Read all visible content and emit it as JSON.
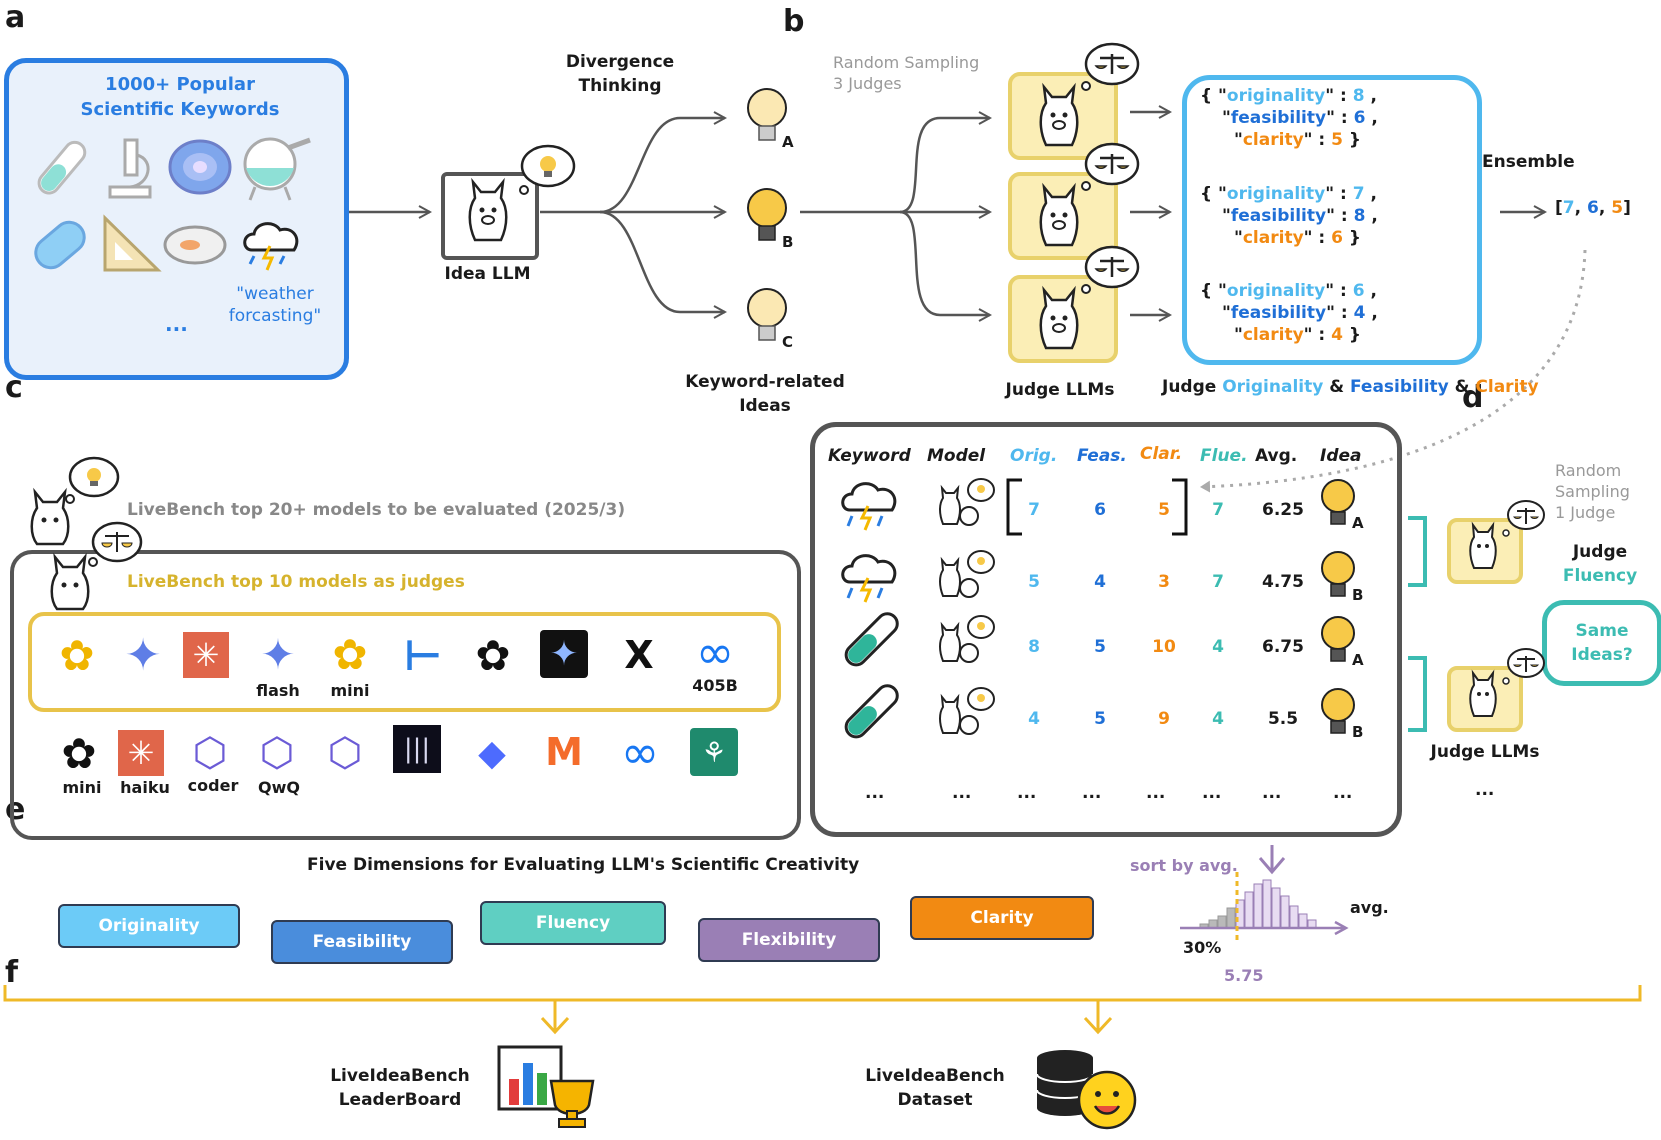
{
  "panels": {
    "a": "a",
    "b": "b",
    "c": "c",
    "d": "d",
    "e": "e",
    "f": "f"
  },
  "panel_a": {
    "title_line1": "1000+ Popular",
    "title_line2": "Scientific Keywords",
    "keyword_line1": "\"weather",
    "keyword_line2": "forcasting\"",
    "ellipsis": "...",
    "icons": [
      "test-tube",
      "microscope",
      "galaxy",
      "flask",
      "bacteria",
      "ruler",
      "petri-dish",
      "storm-cloud"
    ]
  },
  "idea_llm": {
    "label": "Idea LLM"
  },
  "divergence": {
    "line1": "Divergence",
    "line2": "Thinking"
  },
  "ideas": {
    "a": "A",
    "b": "B",
    "c": "C",
    "label_line1": "Keyword-related",
    "label_line2": "Ideas"
  },
  "panel_b": {
    "sampling_line1": "Random Sampling",
    "sampling_line2": "3 Judges",
    "judges_label": "Judge LLMs",
    "ensemble": "Ensemble",
    "scores": [
      {
        "originality": 8,
        "feasibility": 6,
        "clarity": 5
      },
      {
        "originality": 7,
        "feasibility": 8,
        "clarity": 6
      },
      {
        "originality": 6,
        "feasibility": 4,
        "clarity": 4
      }
    ],
    "keys": {
      "originality": "originality",
      "feasibility": "feasibility",
      "clarity": "clarity"
    },
    "ensemble_result": {
      "o": "7",
      "f": "6",
      "c": "5"
    },
    "judge_caption": {
      "prefix": "Judge ",
      "orig": "Originality",
      "amp1": " & ",
      "feas": "Feasibility",
      "amp2": " & ",
      "clar": "Clarity"
    }
  },
  "panel_c": {
    "evaluated": "LiveBench top 20+ models to be evaluated (2025/3)",
    "judges": "LiveBench top 10 models as judges",
    "judge_model_labels": [
      "flash",
      "mini",
      "405B"
    ],
    "other_model_labels": [
      "mini",
      "haiku",
      "coder",
      "QwQ"
    ]
  },
  "table": {
    "headers": [
      "Keyword",
      "Model",
      "Orig.",
      "Feas.",
      "Clar.",
      "Flue.",
      "Avg.",
      "Idea"
    ],
    "rows": [
      {
        "keyword_icon": "storm-cloud",
        "orig": "7",
        "feas": "6",
        "clar": "5",
        "flue": "7",
        "avg": "6.25",
        "idea": "A"
      },
      {
        "keyword_icon": "storm-cloud",
        "orig": "5",
        "feas": "4",
        "clar": "3",
        "flue": "7",
        "avg": "4.75",
        "idea": "B"
      },
      {
        "keyword_icon": "test-tube",
        "orig": "8",
        "feas": "5",
        "clar": "10",
        "flue": "4",
        "avg": "6.75",
        "idea": "A"
      },
      {
        "keyword_icon": "test-tube",
        "orig": "4",
        "feas": "5",
        "clar": "9",
        "flue": "4",
        "avg": "5.5",
        "idea": "B"
      }
    ],
    "ellipsis": "..."
  },
  "panel_d": {
    "sampling_line1": "Random",
    "sampling_line2": "Sampling",
    "sampling_line3": "1 Judge",
    "judge_line1": "Judge",
    "judge_line2": "Fluency",
    "same_line1": "Same",
    "same_line2": "Ideas?",
    "judges_label": "Judge LLMs",
    "ellipsis": "..."
  },
  "panel_e": {
    "title": "Five Dimensions for Evaluating LLM's Scientific Creativity",
    "dimensions": [
      "Originality",
      "Feasibility",
      "Fluency",
      "Flexibility",
      "Clarity"
    ],
    "sort_label": "sort by avg.",
    "axis_label": "avg.",
    "percent": "30%",
    "threshold": "5.75"
  },
  "panel_f": {
    "leaderboard_line1": "LiveIdeaBench",
    "leaderboard_line2": "LeaderBoard",
    "dataset_line1": "LiveIdeaBench",
    "dataset_line2": "Dataset"
  },
  "colors": {
    "orig": "#4fb8ee",
    "feas": "#1f6fd6",
    "clar": "#f28a12",
    "flue": "#3cbcb2",
    "purple": "#9a7fb5",
    "gold": "#e8c34a",
    "panelBlue": "#2a7de1"
  }
}
